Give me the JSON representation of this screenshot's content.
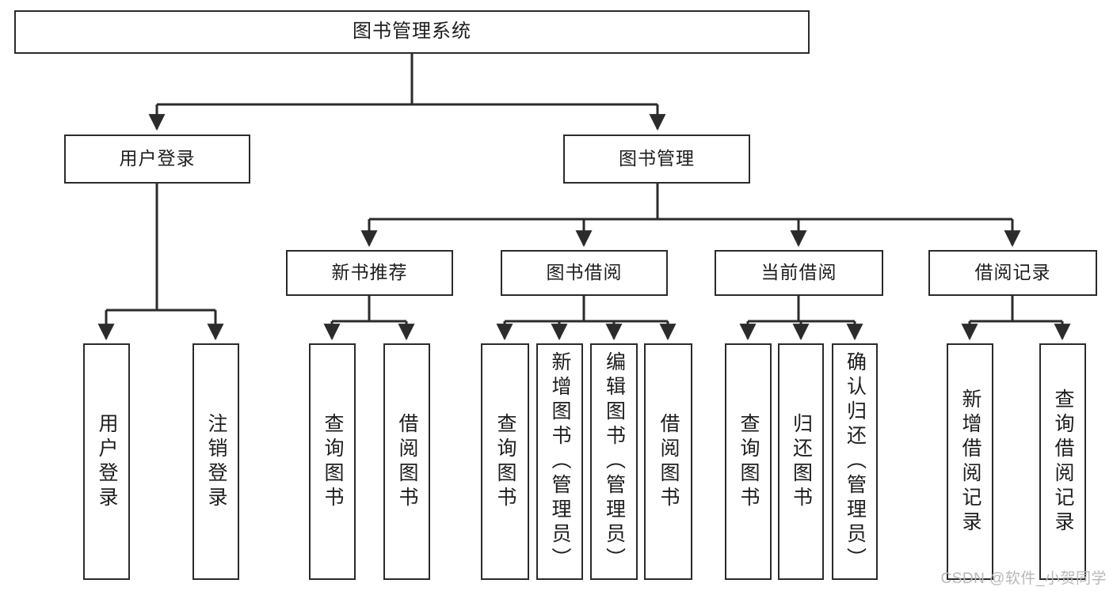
{
  "diagram": {
    "title": "图书管理系统",
    "type": "hierarchy-tree",
    "watermark": "CSDN @软件_小贺同学",
    "colors": {
      "stroke": "#2b2b2b",
      "fill": "#ffffff",
      "text": "#1d1d1d",
      "watermark": "#b8b8b8"
    },
    "levels": [
      {
        "level": 1,
        "nodes": [
          {
            "id": "root",
            "label": "图书管理系统"
          }
        ]
      },
      {
        "level": 2,
        "nodes": [
          {
            "id": "user-login",
            "label": "用户登录"
          },
          {
            "id": "book-mgmt",
            "label": "图书管理"
          }
        ]
      },
      {
        "level": 3,
        "nodes": [
          {
            "id": "new-book-rec",
            "label": "新书推荐"
          },
          {
            "id": "book-borrow",
            "label": "图书借阅"
          },
          {
            "id": "current-borrow",
            "label": "当前借阅"
          },
          {
            "id": "borrow-record",
            "label": "借阅记录"
          }
        ]
      },
      {
        "level": 4,
        "nodes": [
          {
            "id": "leaf-user-login",
            "label": "用户登录"
          },
          {
            "id": "leaf-logout-login",
            "label": "注销登录"
          },
          {
            "id": "leaf-query-book-1",
            "label": "查询图书"
          },
          {
            "id": "leaf-borrow-book-1",
            "label": "借阅图书"
          },
          {
            "id": "leaf-query-book-2",
            "label": "查询图书"
          },
          {
            "id": "leaf-add-book",
            "label": "新增图书（管理员）"
          },
          {
            "id": "leaf-edit-book",
            "label": "编辑图书（管理员）"
          },
          {
            "id": "leaf-borrow-book-2",
            "label": "借阅图书"
          },
          {
            "id": "leaf-query-book-3",
            "label": "查询图书"
          },
          {
            "id": "leaf-return-book",
            "label": "归还图书"
          },
          {
            "id": "leaf-confirm-return",
            "label": "确认归还（管理员）"
          },
          {
            "id": "leaf-add-record",
            "label": "新增借阅记录"
          },
          {
            "id": "leaf-query-record",
            "label": "查询借阅记录"
          }
        ]
      }
    ],
    "edges": [
      {
        "from": "root",
        "to": "user-login"
      },
      {
        "from": "root",
        "to": "book-mgmt"
      },
      {
        "from": "user-login",
        "to": "leaf-user-login"
      },
      {
        "from": "user-login",
        "to": "leaf-logout-login"
      },
      {
        "from": "book-mgmt",
        "to": "new-book-rec"
      },
      {
        "from": "book-mgmt",
        "to": "book-borrow"
      },
      {
        "from": "book-mgmt",
        "to": "current-borrow"
      },
      {
        "from": "book-mgmt",
        "to": "borrow-record"
      },
      {
        "from": "new-book-rec",
        "to": "leaf-query-book-1"
      },
      {
        "from": "new-book-rec",
        "to": "leaf-borrow-book-1"
      },
      {
        "from": "book-borrow",
        "to": "leaf-query-book-2"
      },
      {
        "from": "book-borrow",
        "to": "leaf-add-book"
      },
      {
        "from": "book-borrow",
        "to": "leaf-edit-book"
      },
      {
        "from": "book-borrow",
        "to": "leaf-borrow-book-2"
      },
      {
        "from": "current-borrow",
        "to": "leaf-query-book-3"
      },
      {
        "from": "current-borrow",
        "to": "leaf-return-book"
      },
      {
        "from": "current-borrow",
        "to": "leaf-confirm-return"
      },
      {
        "from": "borrow-record",
        "to": "leaf-add-record"
      },
      {
        "from": "borrow-record",
        "to": "leaf-query-record"
      }
    ]
  }
}
